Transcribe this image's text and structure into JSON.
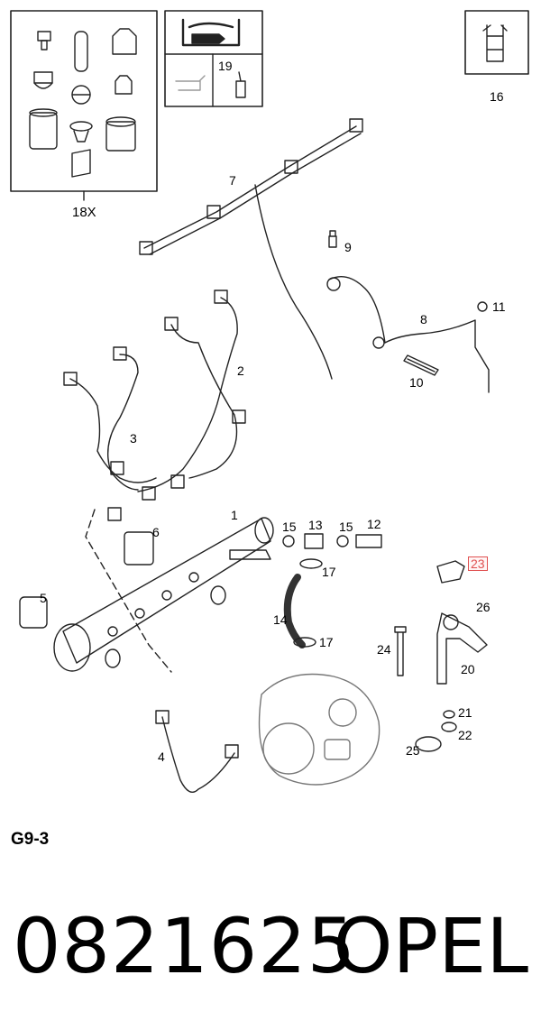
{
  "diagram": {
    "callouts": [
      {
        "id": "c18x",
        "text": "18X"
      },
      {
        "id": "c19",
        "text": "19"
      },
      {
        "id": "c16",
        "text": "16"
      },
      {
        "id": "c7",
        "text": "7"
      },
      {
        "id": "c9",
        "text": "9"
      },
      {
        "id": "c8",
        "text": "8"
      },
      {
        "id": "c11",
        "text": "11"
      },
      {
        "id": "c10",
        "text": "10"
      },
      {
        "id": "c2",
        "text": "2"
      },
      {
        "id": "c3",
        "text": "3"
      },
      {
        "id": "c1",
        "text": "1"
      },
      {
        "id": "c6",
        "text": "6"
      },
      {
        "id": "c15a",
        "text": "15"
      },
      {
        "id": "c13",
        "text": "13"
      },
      {
        "id": "c15b",
        "text": "15"
      },
      {
        "id": "c12",
        "text": "12"
      },
      {
        "id": "c17a",
        "text": "17"
      },
      {
        "id": "c23",
        "text": "23"
      },
      {
        "id": "c26",
        "text": "26"
      },
      {
        "id": "c5",
        "text": "5"
      },
      {
        "id": "c14",
        "text": "14"
      },
      {
        "id": "c17b",
        "text": "17"
      },
      {
        "id": "c24",
        "text": "24"
      },
      {
        "id": "c20",
        "text": "20"
      },
      {
        "id": "c21",
        "text": "21"
      },
      {
        "id": "c22",
        "text": "22"
      },
      {
        "id": "c25",
        "text": "25"
      },
      {
        "id": "c4",
        "text": "4"
      }
    ]
  },
  "figure_ref": "G9-3",
  "part_number": "0821625",
  "brand": "OPEL"
}
